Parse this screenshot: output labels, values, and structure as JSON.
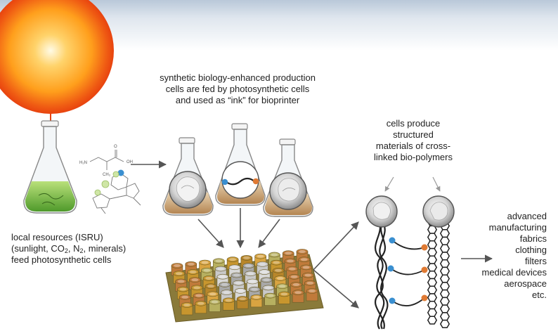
{
  "production_caption": {
    "lines": [
      "synthetic biology-enhanced production",
      "cells are fed by photosynthetic cells",
      "and used as “ink” for bioprinter"
    ]
  },
  "cells_caption": {
    "lines": [
      "cells produce",
      "structured",
      "materials of cross-",
      "linked bio-polymers"
    ]
  },
  "resources_caption": {
    "title": "local resources (ISRU)",
    "paren_open": "(sunlight, CO",
    "co2_sub": "2",
    "comma_n": ", N",
    "n2_sub": "2",
    "paren_close": ", minerals)",
    "last_line": "feed photosynthetic cells"
  },
  "applications": {
    "items": [
      "advanced",
      "manufacturing",
      "fabrics",
      "clothing",
      "filters",
      "medical devices",
      "aerospace",
      "etc."
    ]
  },
  "molecule": {
    "labels": [
      "H₂N",
      "O",
      "OH",
      "CH₃"
    ]
  },
  "colors": {
    "sun_core": "#fffbe6",
    "sun_mid": "#ff9f1c",
    "sun_edge": "#e8430f",
    "algae_green": "#7ab83f",
    "flask_culture": "#c9a77c",
    "link_blue": "#3a8fd0",
    "link_orange": "#e07a33",
    "arrow": "#555555",
    "plate_base": "#8a7a3a"
  },
  "icons": [
    "sun-icon",
    "flask-icon",
    "molecule-icon",
    "cell-circle-icon",
    "bioprinter-plate-icon",
    "polymer-helix-icon",
    "honeycomb-chain-icon"
  ]
}
